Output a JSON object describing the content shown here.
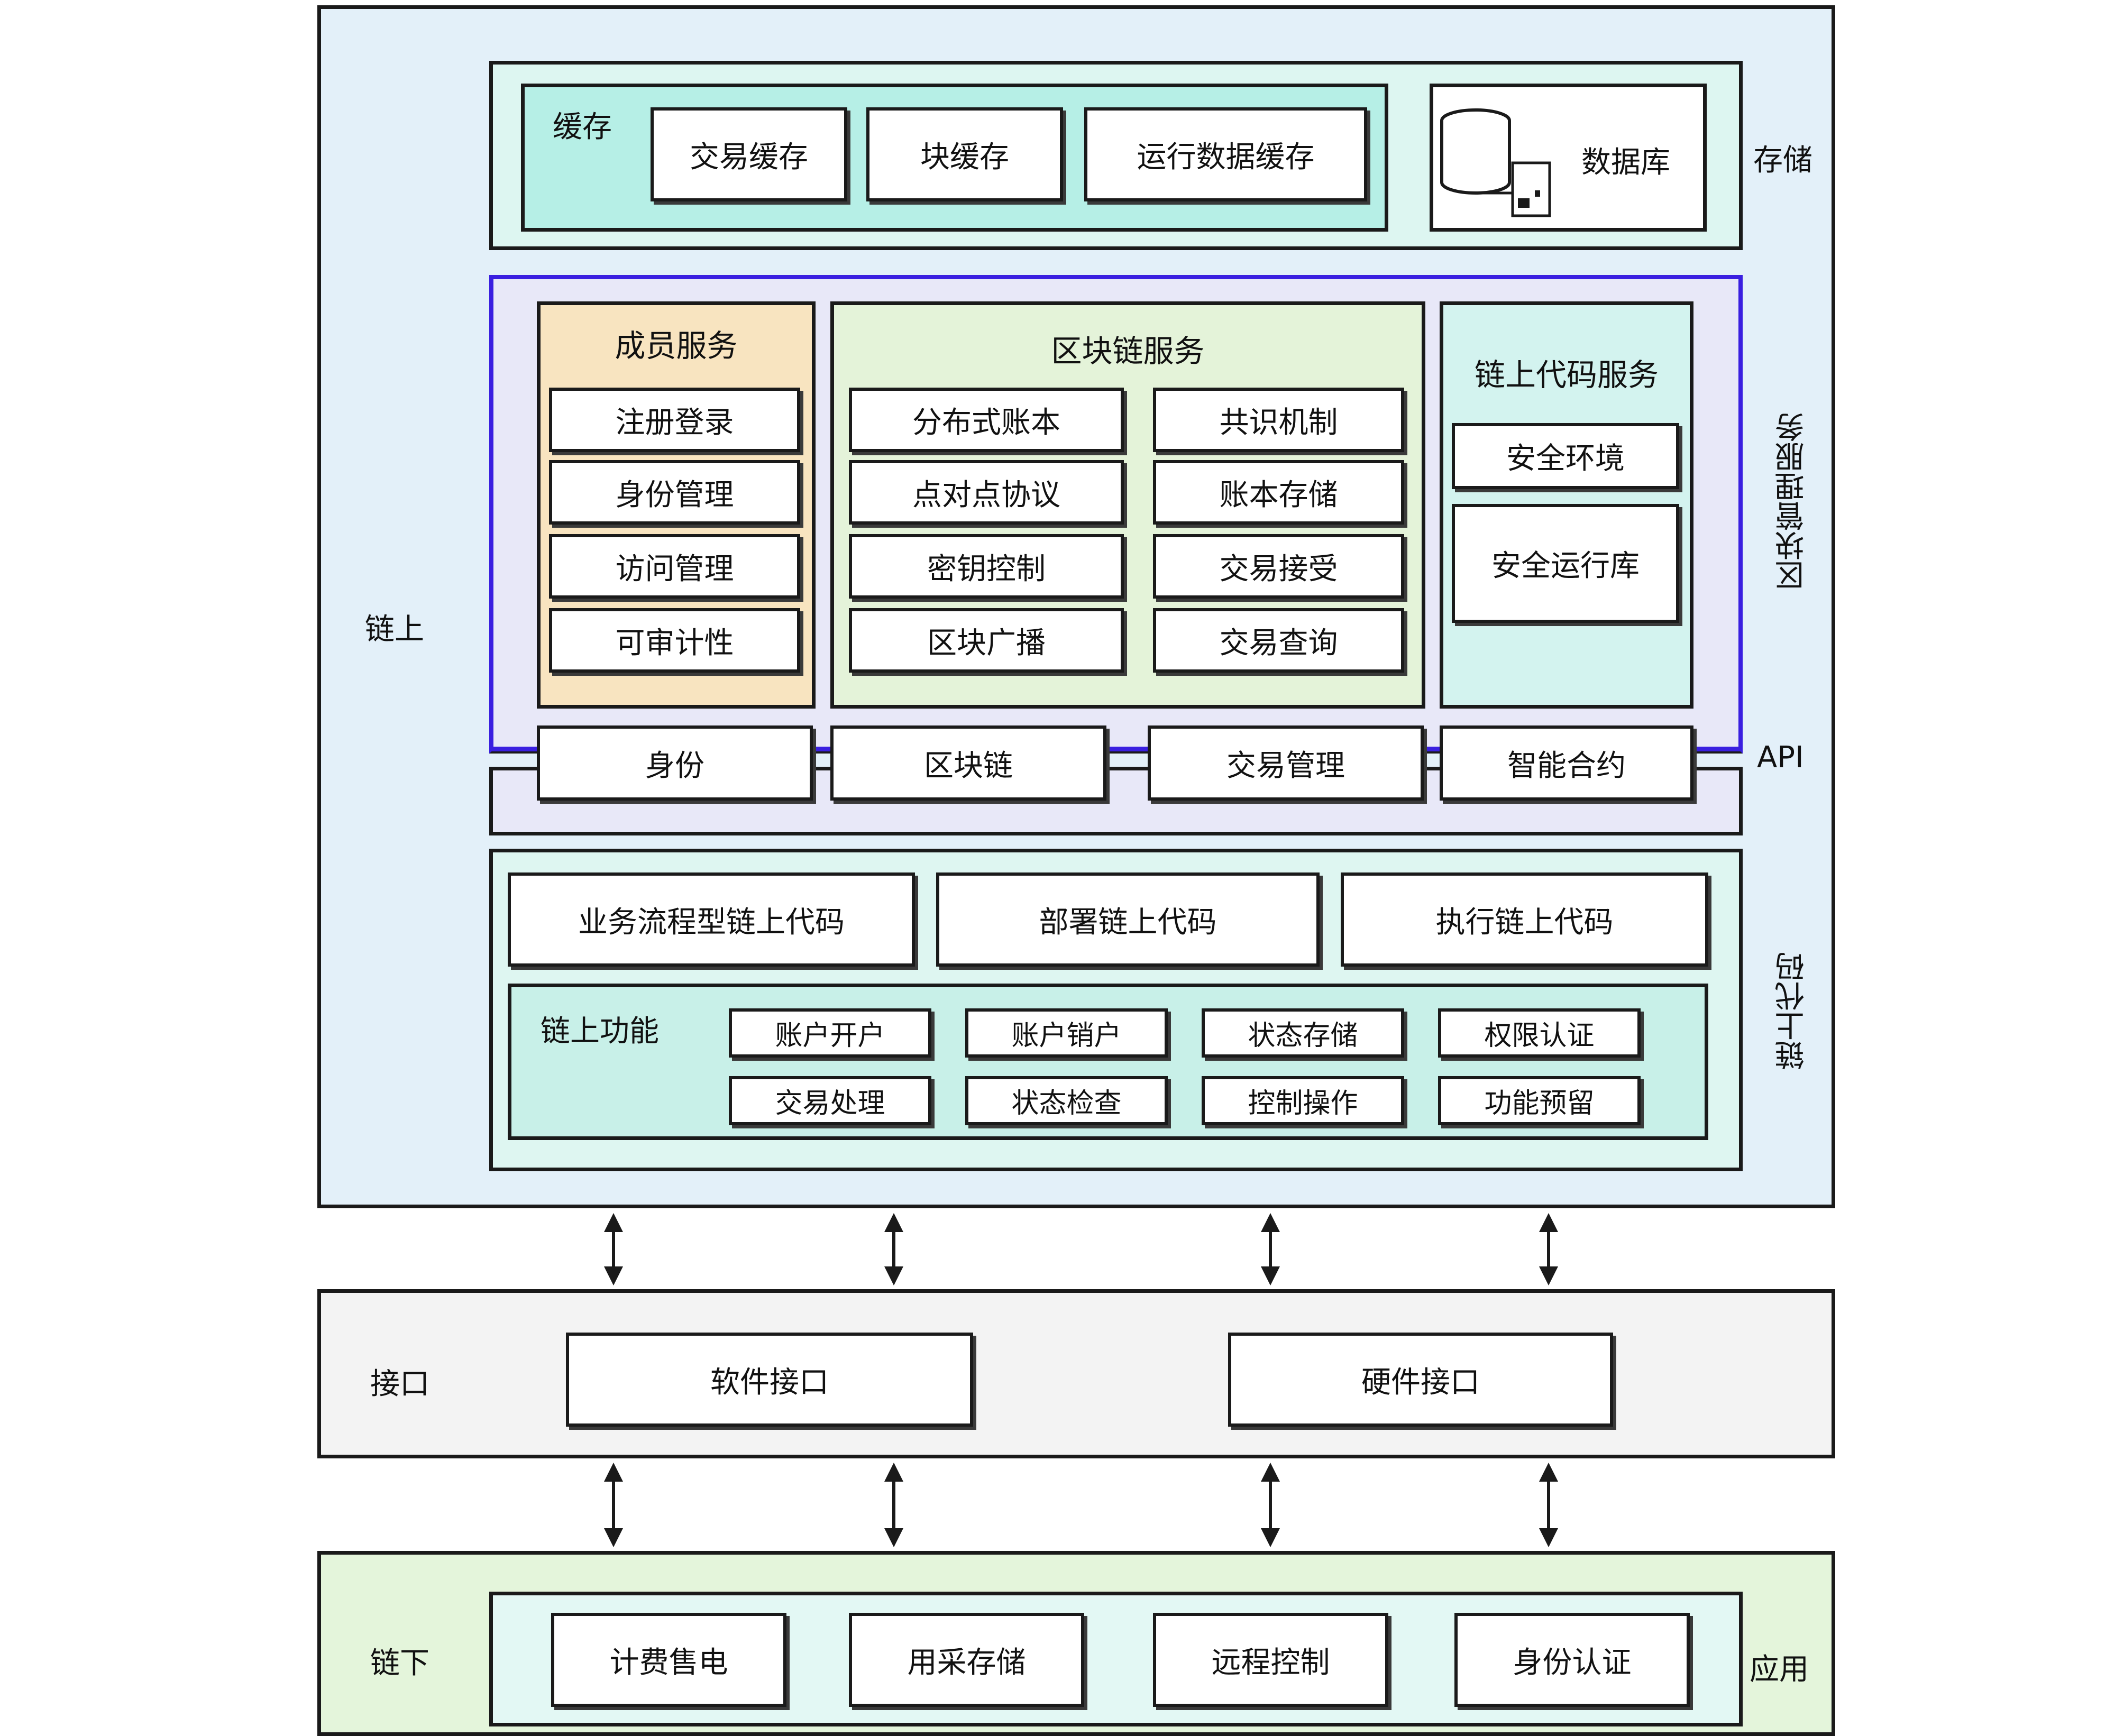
{
  "on_chain": {
    "label": "链上",
    "storage": {
      "label": "存储",
      "cache": {
        "label": "缓存",
        "items": [
          "交易缓存",
          "块缓存",
          "运行数据缓存"
        ]
      },
      "database_label": "数据库"
    },
    "block_management": {
      "label": "区块管理服务",
      "member_service": {
        "title": "成员服务",
        "items": [
          "注册登录",
          "身份管理",
          "访问管理",
          "可审计性"
        ]
      },
      "blockchain_service": {
        "title": "区块链服务",
        "left": [
          "分布式账本",
          "点对点协议",
          "密钥控制",
          "区块广播"
        ],
        "right": [
          "共识机制",
          "账本存储",
          "交易接受",
          "交易查询"
        ]
      },
      "chaincode_service": {
        "title": "链上代码服务",
        "items": [
          "安全环境",
          "安全运行库"
        ]
      }
    },
    "api": {
      "label": "API",
      "items": [
        "身份",
        "区块链",
        "交易管理",
        "智能合约"
      ]
    },
    "chaincode": {
      "label": "链上代码",
      "top": [
        "业务流程型链上代码",
        "部署链上代码",
        "执行链上代码"
      ],
      "functions": {
        "label": "链上功能",
        "row1": [
          "账户开户",
          "账户销户",
          "状态存储",
          "权限认证"
        ],
        "row2": [
          "交易处理",
          "状态检查",
          "控制操作",
          "功能预留"
        ]
      }
    }
  },
  "interface": {
    "label": "接口",
    "items": [
      "软件接口",
      "硬件接口"
    ]
  },
  "off_chain": {
    "label": "链下",
    "app_label": "应用",
    "items": [
      "计费售电",
      "用采存储",
      "远程控制",
      "身份认证"
    ]
  },
  "colors": {
    "on_chain_bg": "#e3f0f9",
    "storage_bg": "#ddf6f1",
    "cache_bg": "#b6efe6",
    "block_mgmt_bg": "#e8e8f8",
    "block_mgmt_border": "#3a1fe0",
    "member_bg": "#f8e4c0",
    "blockchain_bg": "#e4f3d9",
    "chaincode_svc_bg": "#d3f3ef",
    "chaincode_bg": "#def6f1",
    "functions_bg": "#c8f0e8",
    "interface_bg": "#f3f3f3",
    "off_chain_bg": "#e4f5db",
    "app_bg": "#e3f8f4"
  }
}
